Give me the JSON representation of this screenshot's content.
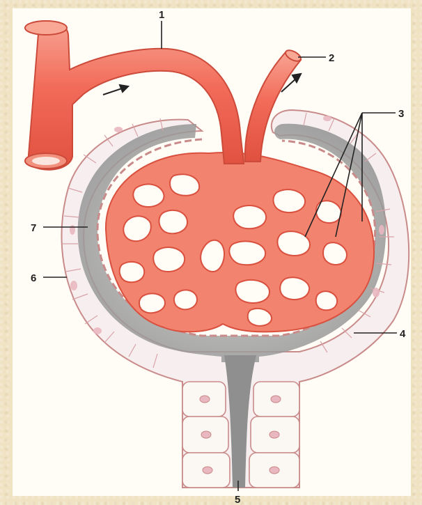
{
  "labels": {
    "l1": "1",
    "l2": "2",
    "l3": "3",
    "l4": "4",
    "l5": "5",
    "l6": "6",
    "l7": "7"
  },
  "colors": {
    "vessel": "#f06a5a",
    "vessel_light": "#f6a293",
    "capsule_space": "#a9a9a9",
    "epithelium": "#f7efef",
    "background": "#efe3c4"
  }
}
